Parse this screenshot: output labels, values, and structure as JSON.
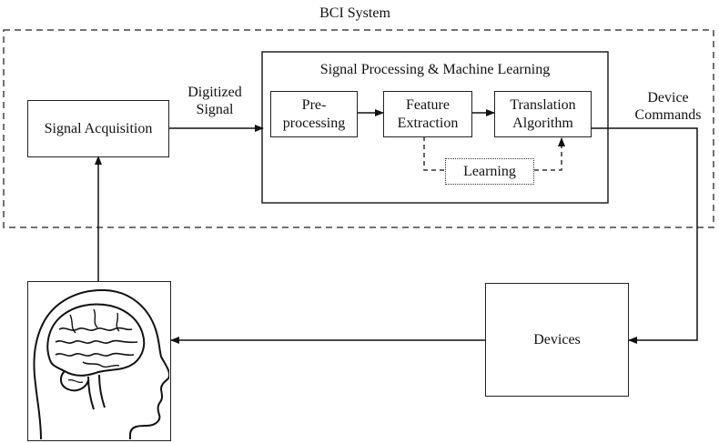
{
  "title": "BCI System",
  "blocks": {
    "signal_acquisition": "Signal Acquisition",
    "processing_group": "Signal Processing & Machine Learning",
    "preprocessing": "Pre-processing",
    "feature_extraction": "Feature Extraction",
    "translation_algorithm": "Translation Algorithm",
    "learning": "Learning",
    "devices": "Devices"
  },
  "edge_labels": {
    "digitized_signal": "Digitized Signal",
    "device_commands": "Device Commands"
  },
  "icons": {
    "head": "human-head-brain-icon"
  }
}
